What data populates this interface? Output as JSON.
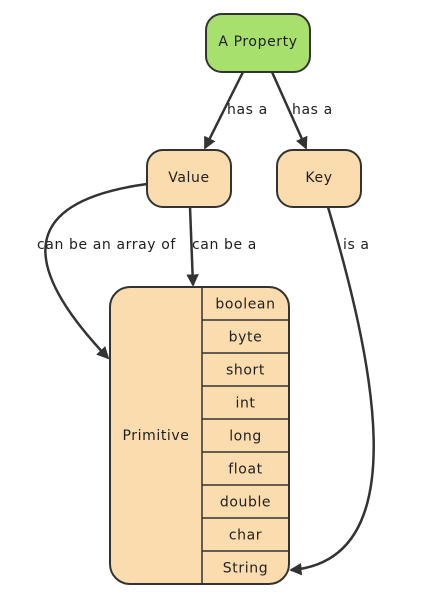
{
  "colors": {
    "root_fill": "#a8e06e",
    "node_fill": "#fbdcae",
    "stroke": "#333333",
    "text": "#1f1f1f"
  },
  "nodes": {
    "property": "A Property",
    "value": "Value",
    "key": "Key",
    "primitive": "Primitive"
  },
  "primitive_types": [
    "boolean",
    "byte",
    "short",
    "int",
    "long",
    "float",
    "double",
    "char",
    "String"
  ],
  "edges": {
    "property_to_value": "has a",
    "property_to_key": "has a",
    "value_to_primitive_array": "can be an array of",
    "value_to_primitive": "can be a",
    "key_to_string": "is a"
  }
}
